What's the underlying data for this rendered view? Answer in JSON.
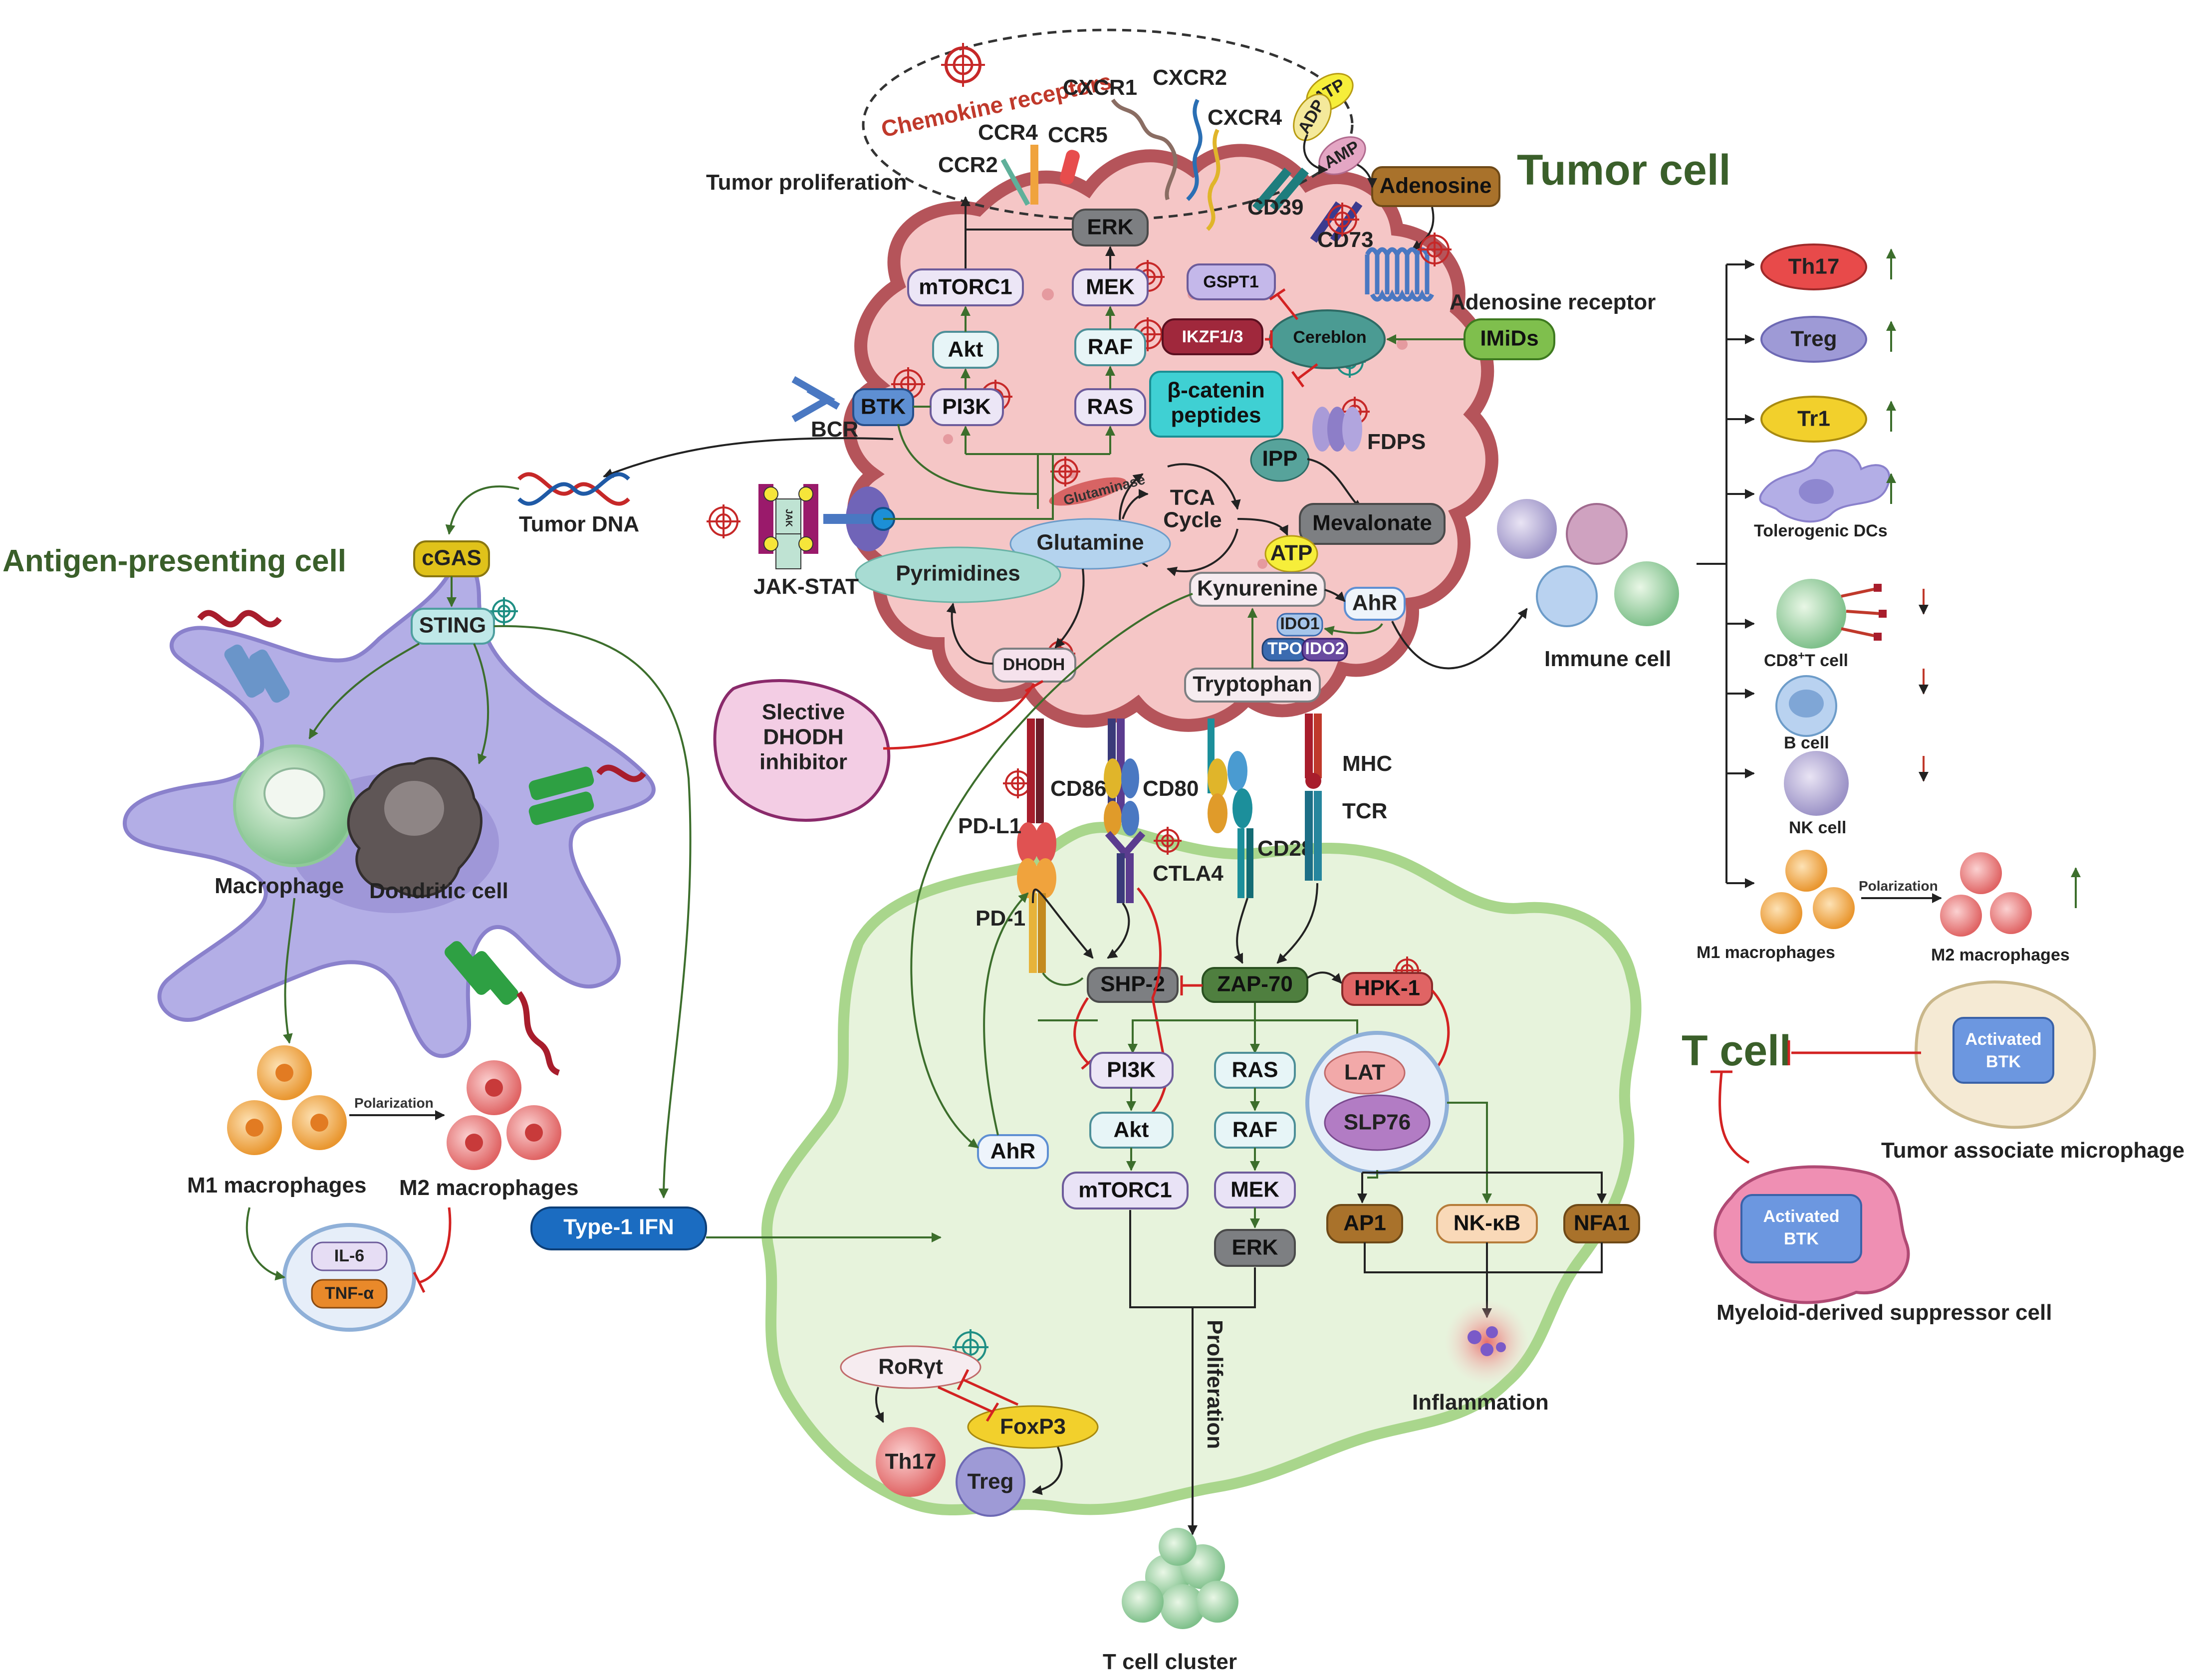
{
  "titles": {
    "tumor_cell": "Tumor cell",
    "apc": "Antigen-presenting cell",
    "t_cell": "T cell",
    "chemokine_receptors": "Chemokine receptors"
  },
  "chemokine": {
    "ccr2": "CCR2",
    "ccr4": "CCR4",
    "ccr5": "CCR5",
    "cxcr1": "CXCR1",
    "cxcr2": "CXCR2",
    "cxcr4": "CXCR4"
  },
  "adenosine": {
    "atp": "ATP",
    "adp": "ADP",
    "amp": "AMP",
    "adenosine": "Adenosine",
    "cd39": "CD39",
    "cd73": "CD73",
    "receptor": "Adenosine receptor"
  },
  "tumor_nodes": {
    "tumor_proliferation": "Tumor proliferation",
    "erk": "ERK",
    "mtorc1": "mTORC1",
    "mek": "MEK",
    "gspt1": "GSPT1",
    "akt": "Akt",
    "raf": "RAF",
    "ikzf": "IKZF1/3",
    "cereblon": "Cereblon",
    "imids": "IMiDs",
    "btk": "BTK",
    "bcr": "BCR",
    "pi3k": "PI3K",
    "ras": "RAS",
    "bcat_1": "β-catenin",
    "bcat_2": "peptides",
    "fdps": "FDPS",
    "ipp": "IPP",
    "glutaminase": "Glutaminase",
    "tca_1": "TCA",
    "tca_2": "Cycle",
    "mevalonate": "Mevalonate",
    "glutamine": "Glutamine",
    "atp2": "ATP",
    "pyrimidines": "Pyrimidines",
    "kynurenine": "Kynurenine",
    "ahr": "AhR",
    "ido1": "IDO1",
    "tpo": "TPO",
    "ido2": "IDO2",
    "dhodh": "DHODH",
    "tryptophan": "Tryptophan",
    "jak": "JAK",
    "jak_stat": "JAK-STAT",
    "tumor_dna": "Tumor DNA"
  },
  "dhodh_inhibitor": [
    "Slective",
    "DHODH",
    "inhibitor"
  ],
  "apc": {
    "cgas": "cGAS",
    "sting": "STING",
    "macrophage": "Macrophage",
    "dendritic": "Dondritic cell",
    "polarization": "Polarization",
    "m1": "M1 macrophages",
    "m2": "M2 macrophages",
    "il6": "IL-6",
    "tnfa": "TNF-α",
    "type1ifn": "Type-1 IFN"
  },
  "receptors": {
    "pdl1": "PD-L1",
    "pd1": "PD-1",
    "cd86": "CD86",
    "cd80": "CD80",
    "ctla4": "CTLA4",
    "cd28": "CD28",
    "mhc": "MHC",
    "tcr": "TCR"
  },
  "tcell_nodes": {
    "shp2": "SHP-2",
    "zap70": "ZAP-70",
    "hpk1": "HPK-1",
    "pi3k": "PI3K",
    "ras": "RAS",
    "lat": "LAT",
    "slp76": "SLP76",
    "akt": "Akt",
    "raf": "RAF",
    "ahr": "AhR",
    "mtorc1": "mTORC1",
    "mek": "MEK",
    "ap1": "AP1",
    "nfkb": "NK-κB",
    "nfa1": "NFA1",
    "erk": "ERK",
    "proliferation": "Proliferation",
    "inflammation": "Inflammation",
    "rorgt": "RoRγt",
    "foxp3": "FoxP3",
    "th17": "Th17",
    "treg": "Treg",
    "cluster": "T cell cluster"
  },
  "immune": {
    "immune_cell": "Immune cell",
    "th17": "Th17",
    "treg": "Treg",
    "tr1": "Tr1",
    "tol_dc": "Tolerogenic DCs",
    "cd8_main": "CD8",
    "cd8_sup": "+",
    "cd8_rest": "T cell",
    "bcell": "B cell",
    "nkcell": "NK cell",
    "m1": "M1 macrophages",
    "m2": "M2 macrophages",
    "polarization": "Polarization"
  },
  "suppressors": {
    "tam_btk_1": "Activated",
    "tam_btk_2": "BTK",
    "tam": "Tumor associate microphage",
    "mdsc_btk_1": "Activated",
    "mdsc_btk_2": "BTK",
    "mdsc": "Myeloid-derived suppressor cell"
  },
  "colors": {
    "tumor_fill": "#f5c6c6",
    "tumor_stroke": "#b5545a",
    "apc_fill": "#b3aee6",
    "tcell_fill": "#e7f3dc",
    "tcell_stroke": "#a9d68c",
    "green_arrow": "#3c6e2c",
    "inhibition": "#d32222"
  }
}
